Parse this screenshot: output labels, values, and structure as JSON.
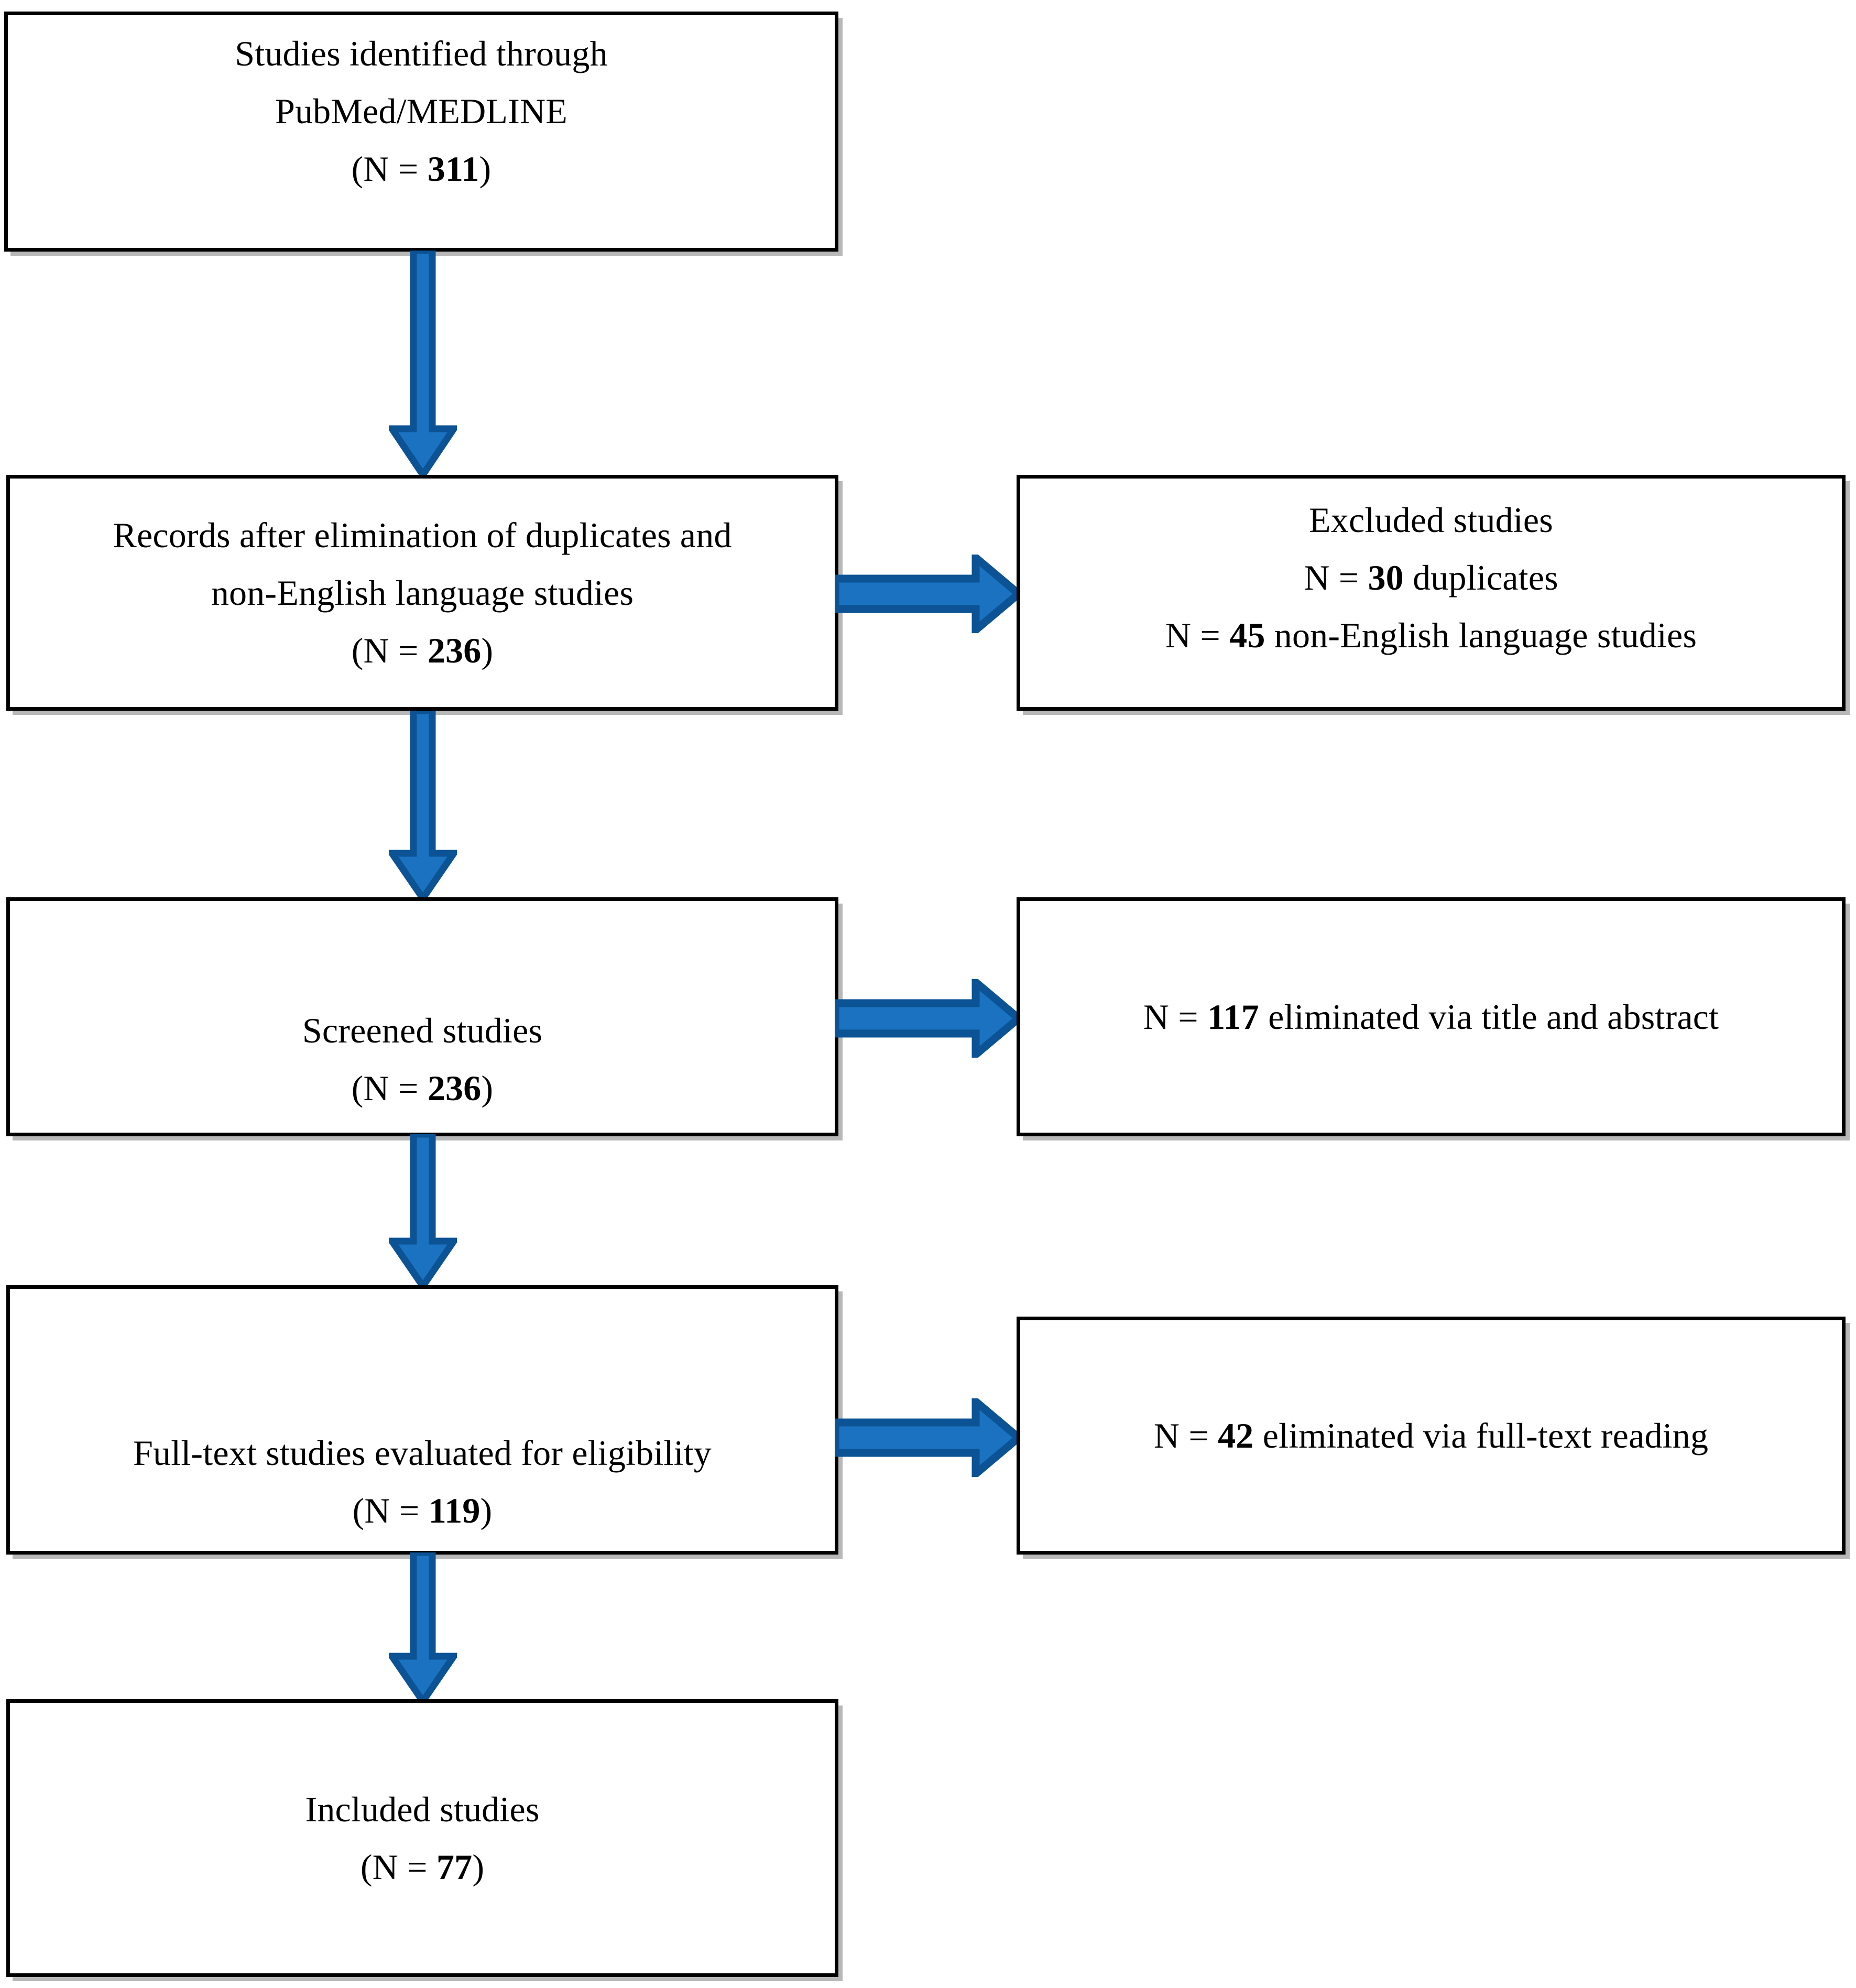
{
  "diagram": {
    "type": "prisma-flow-diagram",
    "colors": {
      "arrow_fill": "#1B72C0",
      "arrow_stroke": "#0B5394",
      "box_border": "#000000",
      "box_background": "#FFFFFF",
      "text": "#000000"
    }
  },
  "nodes": {
    "identified": {
      "line1": "Studies identified through",
      "line2": "PubMed/MEDLINE",
      "count_prefix": "(N = ",
      "count": "311",
      "count_suffix": ")"
    },
    "after_duplicates": {
      "line1": "Records after elimination of duplicates and",
      "line2": "non-English language studies",
      "count_prefix": "(N = ",
      "count": "236",
      "count_suffix": ")"
    },
    "screened": {
      "line1": "Screened studies",
      "count_prefix": "(N = ",
      "count": "236",
      "count_suffix": ")"
    },
    "fulltext": {
      "line1": "Full-text studies evaluated for eligibility",
      "count_prefix": "(N = ",
      "count": "119",
      "count_suffix": ")"
    },
    "included": {
      "line1": "Included studies",
      "count_prefix": "(N = ",
      "count": "77",
      "count_suffix": ")"
    },
    "excluded_dupes": {
      "line1": "Excluded studies",
      "line2_prefix": "N = ",
      "line2_count": "30",
      "line2_suffix": " duplicates",
      "line3_prefix": "N = ",
      "line3_count": "45",
      "line3_suffix": " non-English language studies"
    },
    "excluded_title_abstract": {
      "line1_prefix": "N = ",
      "line1_count": "117",
      "line1_suffix": " eliminated via title and abstract"
    },
    "excluded_fulltext": {
      "line1_prefix": "N = ",
      "line1_count": "42",
      "line1_suffix": " eliminated via full-text reading"
    }
  },
  "chart_data": {
    "type": "diagram",
    "title": "PRISMA study selection flow diagram",
    "stages": [
      {
        "label": "Studies identified through PubMed/MEDLINE",
        "n": 311
      },
      {
        "label": "Records after elimination of duplicates and non-English language studies",
        "n": 236
      },
      {
        "label": "Screened studies",
        "n": 236
      },
      {
        "label": "Full-text studies evaluated for eligibility",
        "n": 119
      },
      {
        "label": "Included studies",
        "n": 77
      }
    ],
    "exclusions": [
      {
        "from_stage": "Records after elimination of duplicates and non-English language studies",
        "label": "Excluded studies",
        "reasons": [
          {
            "reason": "duplicates",
            "n": 30
          },
          {
            "reason": "non-English language studies",
            "n": 45
          }
        ]
      },
      {
        "from_stage": "Screened studies",
        "label": "eliminated via title and abstract",
        "n": 117
      },
      {
        "from_stage": "Full-text studies evaluated for eligibility",
        "label": "eliminated via full-text reading",
        "n": 42
      }
    ]
  }
}
